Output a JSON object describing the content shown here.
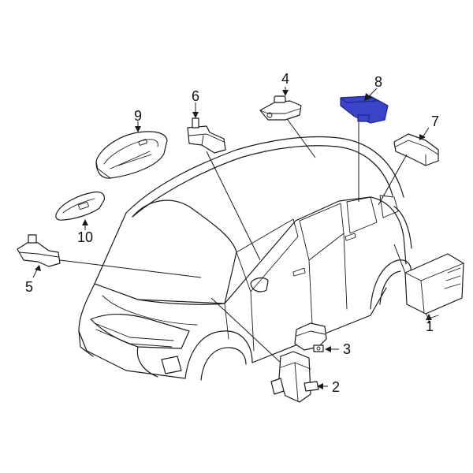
{
  "colors": {
    "background": "#ffffff",
    "line": "#1a1a1a",
    "highlight_fill": "#3b44c8",
    "highlight_stroke": "#1f2590"
  },
  "highlighted_part": "8",
  "callouts": [
    {
      "id": "1",
      "label": "1"
    },
    {
      "id": "2",
      "label": "2"
    },
    {
      "id": "3",
      "label": "3"
    },
    {
      "id": "4",
      "label": "4"
    },
    {
      "id": "5",
      "label": "5"
    },
    {
      "id": "6",
      "label": "6"
    },
    {
      "id": "7",
      "label": "7"
    },
    {
      "id": "8",
      "label": "8"
    },
    {
      "id": "9",
      "label": "9"
    },
    {
      "id": "10",
      "label": "10"
    }
  ]
}
